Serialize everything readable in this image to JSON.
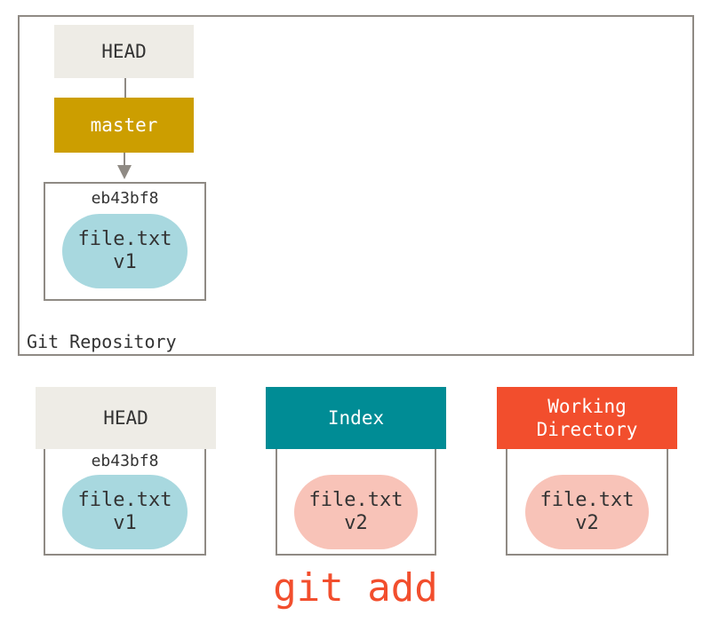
{
  "repository": {
    "label": "Git Repository",
    "head_ref": "HEAD",
    "branch_ref": "master",
    "commit": {
      "sha": "eb43bf8",
      "file": "file.txt\nv1"
    }
  },
  "areas": {
    "head": {
      "title": "HEAD",
      "sha": "eb43bf8",
      "file": "file.txt\nv1"
    },
    "index": {
      "title": "Index",
      "file": "file.txt\nv2"
    },
    "working_directory": {
      "title": "Working\nDirectory",
      "file": "file.txt\nv2"
    }
  },
  "command": "git add",
  "colors": {
    "head_bg": "#eeece6",
    "branch_bg": "#cc9e00",
    "index_bg": "#008c95",
    "working_directory_bg": "#f24e2d",
    "blob_v1": "#a8d8df",
    "blob_v2": "#f8c3b8",
    "command_text": "#f24e2d"
  }
}
